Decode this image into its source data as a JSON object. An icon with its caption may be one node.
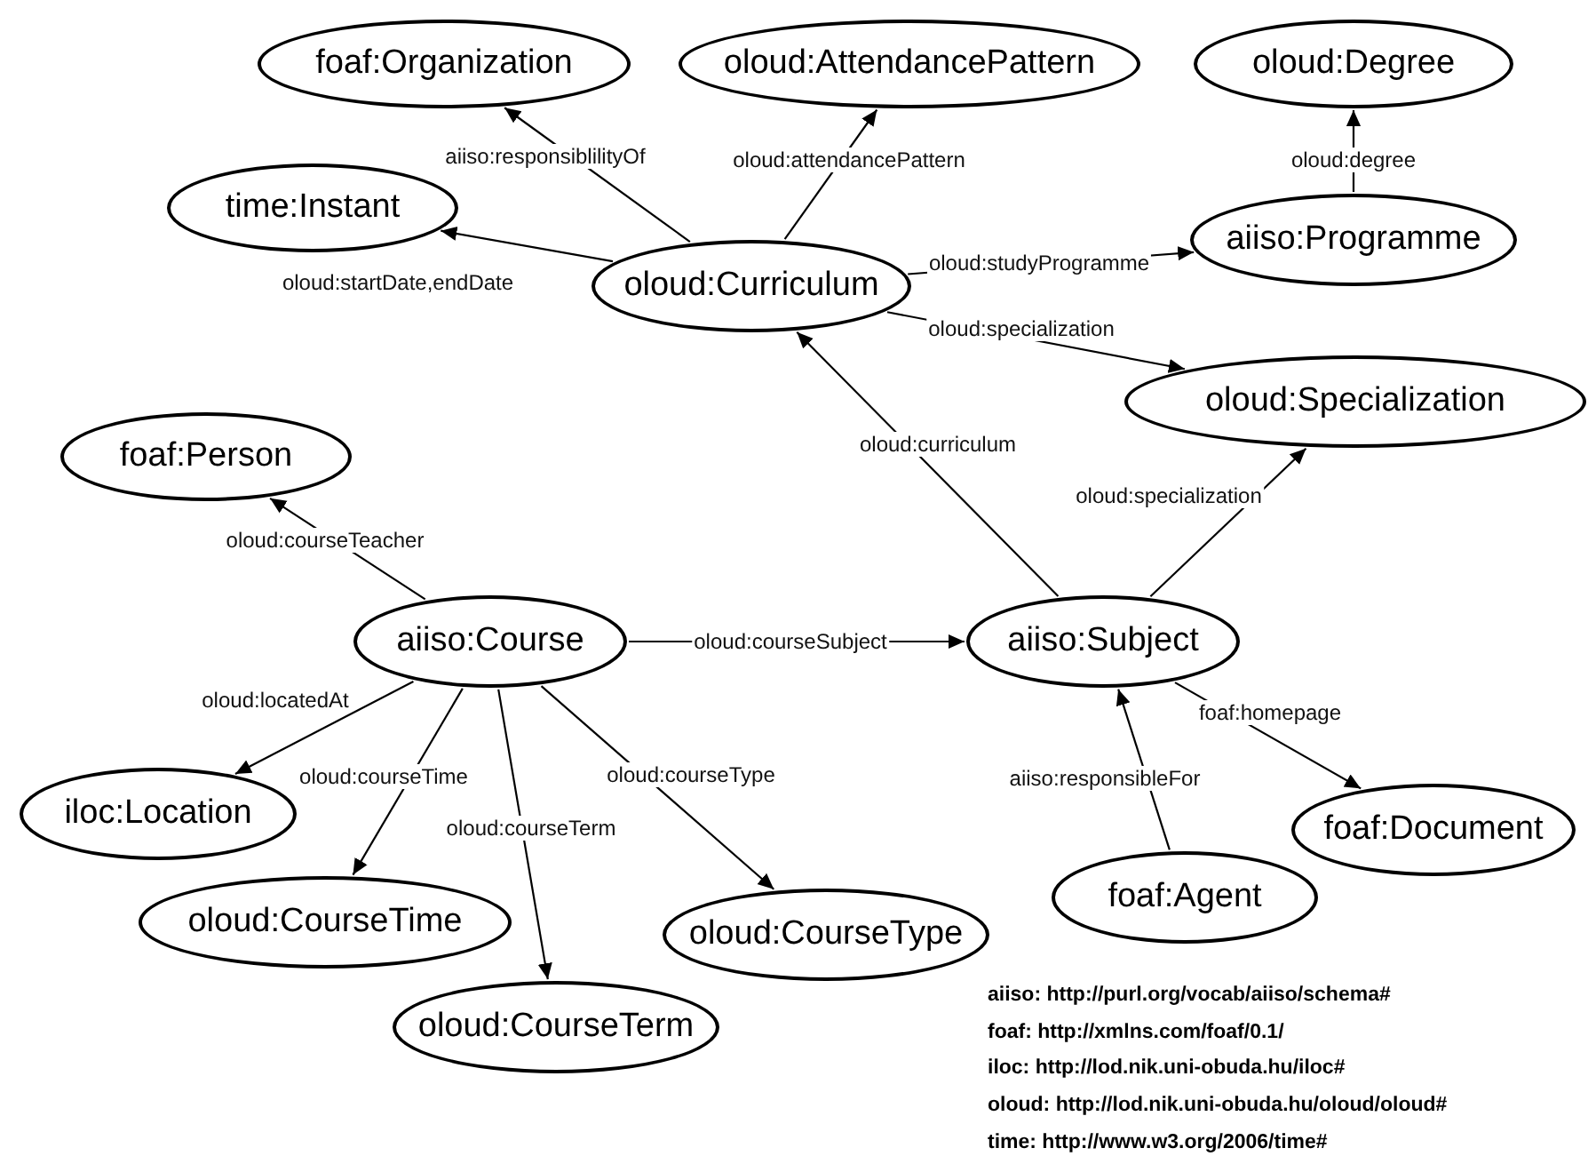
{
  "diagram": {
    "nodes": [
      {
        "text": [
          "foaf:Organization"
        ]
      },
      {
        "text": [
          "oloud:AttendancePattern"
        ]
      },
      {
        "text": [
          "oloud:Degree"
        ]
      },
      {
        "text": [
          "time:Instant"
        ]
      },
      {
        "text": [
          "oloud:Curriculum"
        ]
      },
      {
        "text": [
          "aiiso:Programme"
        ]
      },
      {
        "text": [
          "oloud:Specialization"
        ]
      },
      {
        "text": [
          "foaf:Person"
        ]
      },
      {
        "text": [
          "aiiso:Course"
        ]
      },
      {
        "text": [
          "aiiso:Subject"
        ]
      },
      {
        "text": [
          "iloc:Location"
        ]
      },
      {
        "text": [
          "foaf:Document"
        ]
      },
      {
        "text": [
          "foaf:Agent"
        ]
      },
      {
        "text": [
          "oloud:CourseTime"
        ]
      },
      {
        "text": [
          "oloud:CourseType"
        ]
      },
      {
        "text": [
          "oloud:CourseTerm"
        ]
      }
    ],
    "edges": [
      {
        "from": 4,
        "to": 0,
        "arrow": "to",
        "label": "aiiso:responsiblilityOf"
      },
      {
        "from": 4,
        "to": 1,
        "arrow": "to",
        "label": "oloud:attendancePattern"
      },
      {
        "from": 4,
        "to": 3,
        "arrow": "to",
        "label": "oloud:startDate,endDate"
      },
      {
        "from": 4,
        "to": 5,
        "arrow": "to",
        "label": "oloud:studyProgramme"
      },
      {
        "from": 4,
        "to": 6,
        "arrow": "to",
        "label": "oloud:specialization"
      },
      {
        "from": 5,
        "to": 2,
        "arrow": "to",
        "label": "oloud:degree"
      },
      {
        "from": 9,
        "to": 4,
        "arrow": "to",
        "label": "oloud:curriculum"
      },
      {
        "from": 9,
        "to": 6,
        "arrow": "to",
        "label": "oloud:specialization"
      },
      {
        "from": 8,
        "to": 7,
        "arrow": "to",
        "label": "oloud:courseTeacher"
      },
      {
        "from": 8,
        "to": 9,
        "arrow": "to",
        "label": "oloud:courseSubject"
      },
      {
        "from": 8,
        "to": 10,
        "arrow": "to",
        "label": "oloud:locatedAt"
      },
      {
        "from": 8,
        "to": 13,
        "arrow": "to",
        "label": "oloud:courseTime"
      },
      {
        "from": 8,
        "to": 15,
        "arrow": "to",
        "label": "oloud:courseTerm"
      },
      {
        "from": 8,
        "to": 14,
        "arrow": "to",
        "label": "oloud:courseType"
      },
      {
        "from": 9,
        "to": 11,
        "arrow": "to",
        "label": "foaf:homepage"
      },
      {
        "from": 12,
        "to": 9,
        "arrow": "to",
        "label": "aiiso:responsibleFor"
      }
    ],
    "labels": [
      "aiiso: http://purl.org/vocab/aiiso/schema#",
      "foaf: http://xmlns.com/foaf/0.1/",
      "iloc: http://lod.nik.uni-obuda.hu/iloc#",
      "oloud: http://lod.nik.uni-obuda.hu/oloud/oloud#",
      "time: http://www.w3.org/2006/time#"
    ]
  }
}
